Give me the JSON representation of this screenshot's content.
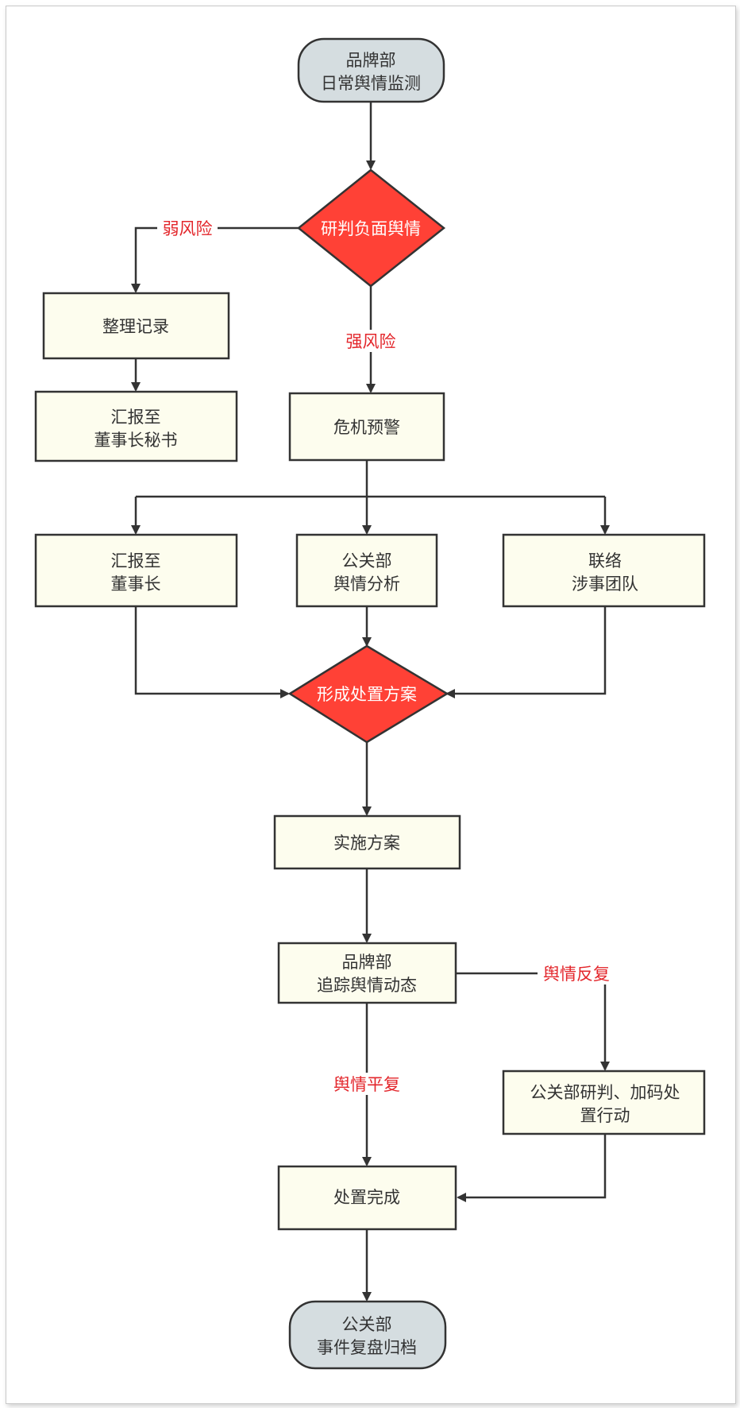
{
  "colors": {
    "process_fill": "#fdfdee",
    "terminal_fill": "#d5dde0",
    "decision_fill": "#ff4136",
    "stroke": "#333333",
    "label_red": "#e3262b"
  },
  "nodes": {
    "start": [
      "品牌部",
      "日常舆情监测"
    ],
    "judge_negative": [
      "研判负面舆情"
    ],
    "organize_record": [
      "整理记录"
    ],
    "report_secretary": [
      "汇报至",
      "董事长秘书"
    ],
    "crisis_alert": [
      "危机预警"
    ],
    "report_chairman": [
      "汇报至",
      "董事长"
    ],
    "pr_analysis": [
      "公关部",
      "舆情分析"
    ],
    "contact_team": [
      "联络",
      "涉事团队"
    ],
    "form_plan": [
      "形成处置方案"
    ],
    "implement_plan": [
      "实施方案"
    ],
    "track_dynamics": [
      "品牌部",
      "追踪舆情动态"
    ],
    "pr_escalate": [
      "公关部研判、加码处",
      "置行动"
    ],
    "disposal_done": [
      "处置完成"
    ],
    "end": [
      "公关部",
      "事件复盘归档"
    ]
  },
  "edge_labels": {
    "weak_risk": "弱风险",
    "strong_risk": "强风险",
    "opinion_recur": "舆情反复",
    "opinion_calm": "舆情平复"
  }
}
